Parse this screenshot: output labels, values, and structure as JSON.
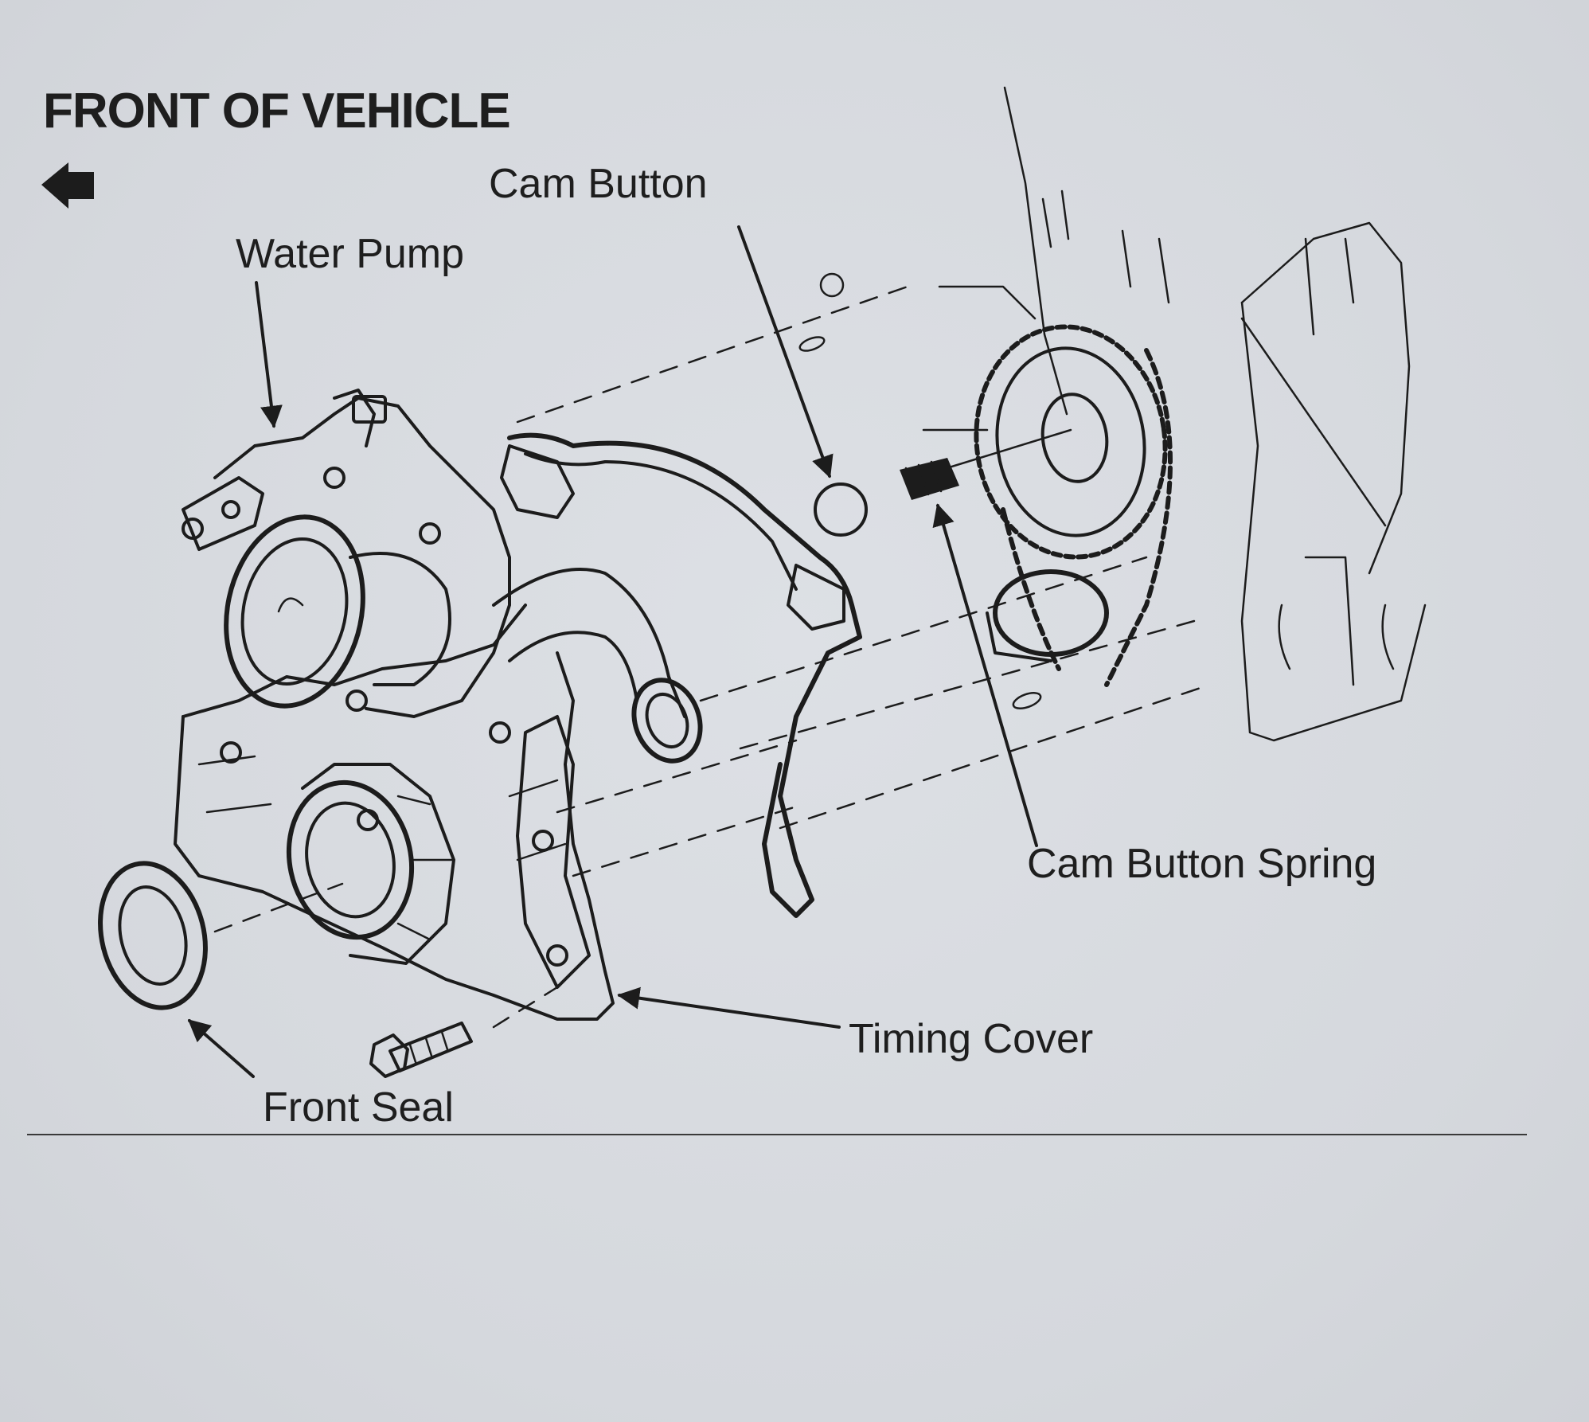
{
  "heading": "FRONT OF VEHICLE",
  "labels": {
    "cam_button": "Cam Button",
    "water_pump": "Water Pump",
    "cam_button_spring": "Cam Button Spring",
    "timing_cover": "Timing Cover",
    "front_seal": "Front Seal"
  },
  "icons": {
    "direction": "arrow-left-icon"
  },
  "colors": {
    "ink": "#1c1c1c",
    "paper": "#d6d9de"
  }
}
